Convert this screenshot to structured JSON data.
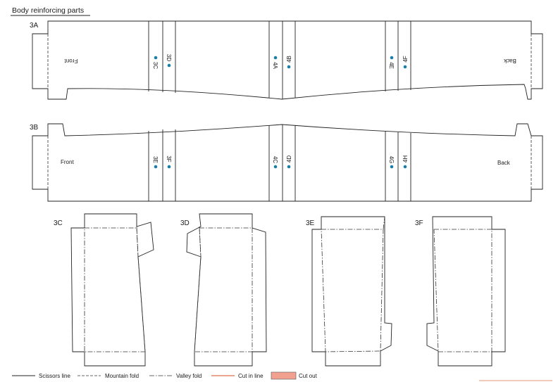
{
  "title": "Body reinforcing parts",
  "parts": {
    "p3A": {
      "label": "3A",
      "front": "Front",
      "back": "Back",
      "marks": [
        "3C",
        "3D",
        "4A",
        "4B",
        "4E",
        "4F"
      ]
    },
    "p3B": {
      "label": "3B",
      "front": "Front",
      "back": "Back",
      "marks": [
        "3E",
        "3F",
        "4C",
        "4D",
        "4G",
        "4H"
      ]
    },
    "p3C": {
      "label": "3C"
    },
    "p3D": {
      "label": "3D"
    },
    "p3E": {
      "label": "3E"
    },
    "p3F": {
      "label": "3F"
    }
  },
  "legend": {
    "scissors": "Scissors line",
    "mountain": "Mountain fold",
    "valley": "Valley fold",
    "cut_in": "Cut in line",
    "cut_out": "Cut out"
  },
  "colors": {
    "marker": "#1a7ea8",
    "cut_in_line": "#e0704a",
    "cut_out_fill": "#f2a090"
  }
}
